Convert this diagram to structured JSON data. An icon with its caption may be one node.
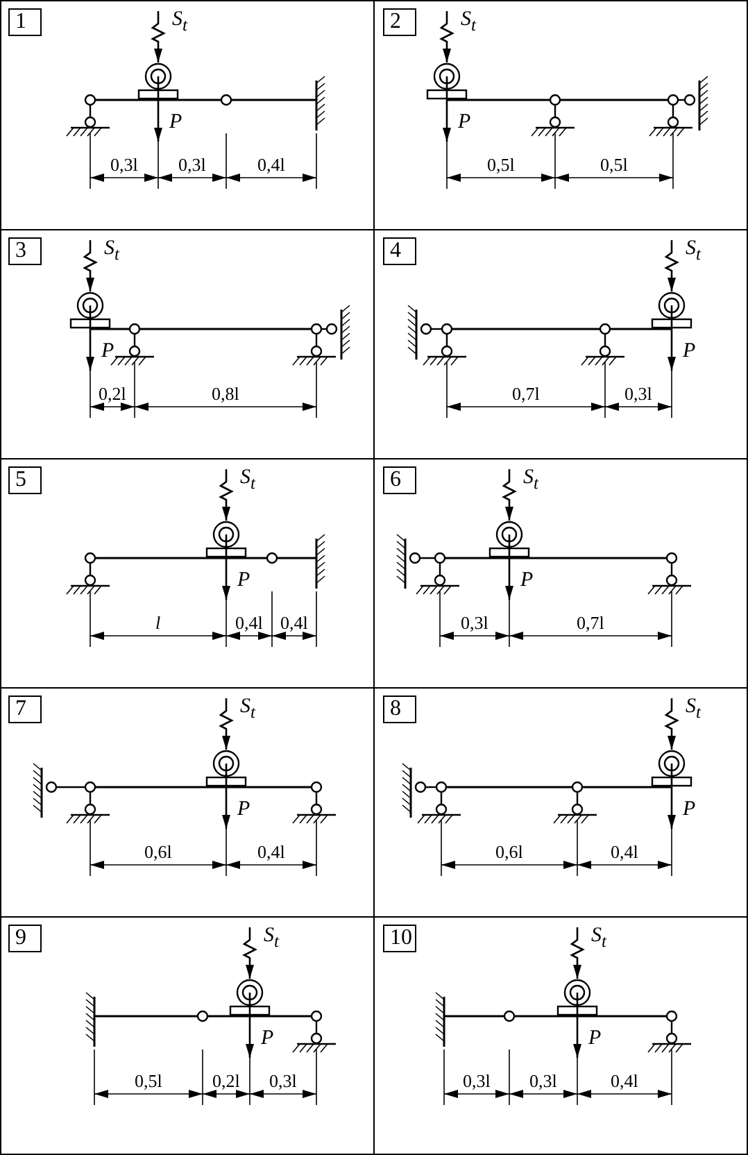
{
  "diagram": {
    "labels": [
      "1",
      "S$_{t}$",
      "P",
      "0,3l",
      "0,3l",
      "0,4l",
      "2",
      "S$_{t}$",
      "P",
      "0,5l",
      "0,5l",
      "3",
      "S$_{t}$",
      "P",
      "0,2l",
      "0,8l",
      "4",
      "S$_{t}$",
      "P",
      "0,7l",
      "0,3l",
      "5",
      "S$_{t}$",
      "P",
      "l",
      "0,4l",
      "0,4l",
      "6",
      "S$_{t}$",
      "P",
      "0,3l",
      "0,7l",
      "7",
      "S$_{t}$",
      "P",
      "0,6l",
      "0,4l",
      "8",
      "S$_{t}$",
      "P",
      "0,6l",
      "0,4l",
      "9",
      "S$_{t}$",
      "P",
      "0,5l",
      "0,2l",
      "0,3l",
      "10",
      "S$_{t}$",
      "P",
      "0,3l",
      "0,3l",
      "0,4l"
    ]
  }
}
